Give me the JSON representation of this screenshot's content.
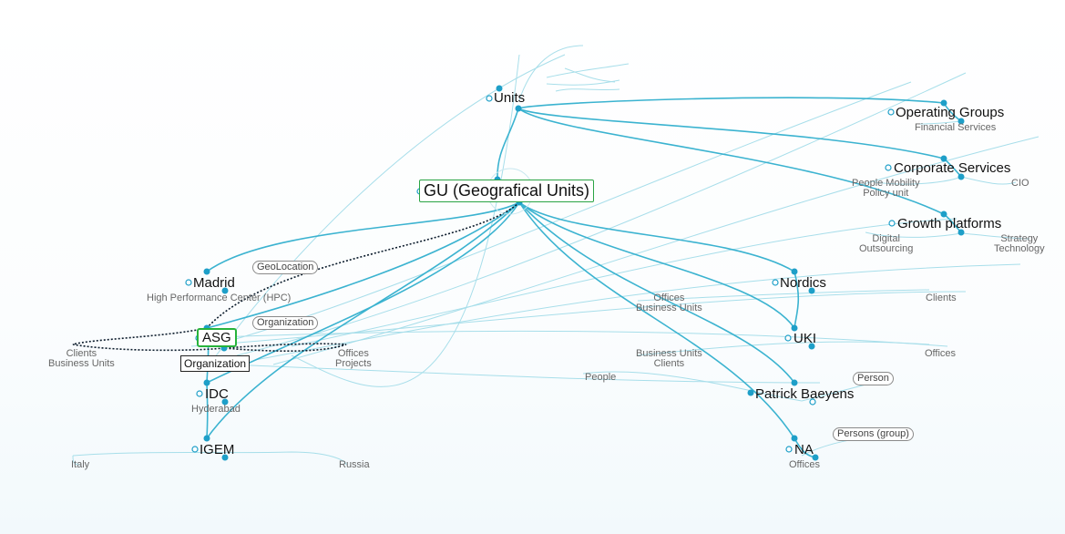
{
  "diagram": {
    "root": "Units",
    "center": "GU (Geografical Units)",
    "groups": {
      "operating": "Operating Groups",
      "operating_sub": "Financial Services",
      "corporate": "Corporate Services",
      "corporate_sub1": "People Mobility",
      "corporate_sub2": "Policy unit",
      "corporate_cio": "CIO",
      "growth": "Growth platforms",
      "growth_sub1a": "Digital",
      "growth_sub1b": "Outsourcing",
      "growth_sub2a": "Strategy",
      "growth_sub2b": "Technology"
    },
    "left": {
      "madrid": "Madrid",
      "madrid_sub": "High Performance Center (HPC)",
      "geolocation": "GeoLocation",
      "organization_tag": "Organization",
      "asg": "ASG",
      "organization_box": "Organization",
      "clients": "Clients",
      "business_units": "Business Units",
      "offices": "Offices",
      "projects": "Projects",
      "idc": "IDC",
      "hyderabad": "Hyderabad",
      "igem": "IGEM",
      "italy": "Italy",
      "russia": "Russia"
    },
    "middle": {
      "offices": "Offices",
      "business_units": "Business Units",
      "business_units2": "Business Units",
      "clients2": "Clients",
      "people": "People"
    },
    "right": {
      "nordics": "Nordics",
      "nordics_clients": "Clients",
      "uki": "UKI",
      "uki_offices": "Offices",
      "person_tag": "Person",
      "patrick": "Patrick Baeyens",
      "persons_group_tag": "Persons (group)",
      "na": "NA",
      "na_offices": "Offices"
    },
    "colors": {
      "edge": "#3bb3d0",
      "node": "#1e9fc8",
      "highlight": "#27b33b"
    }
  }
}
